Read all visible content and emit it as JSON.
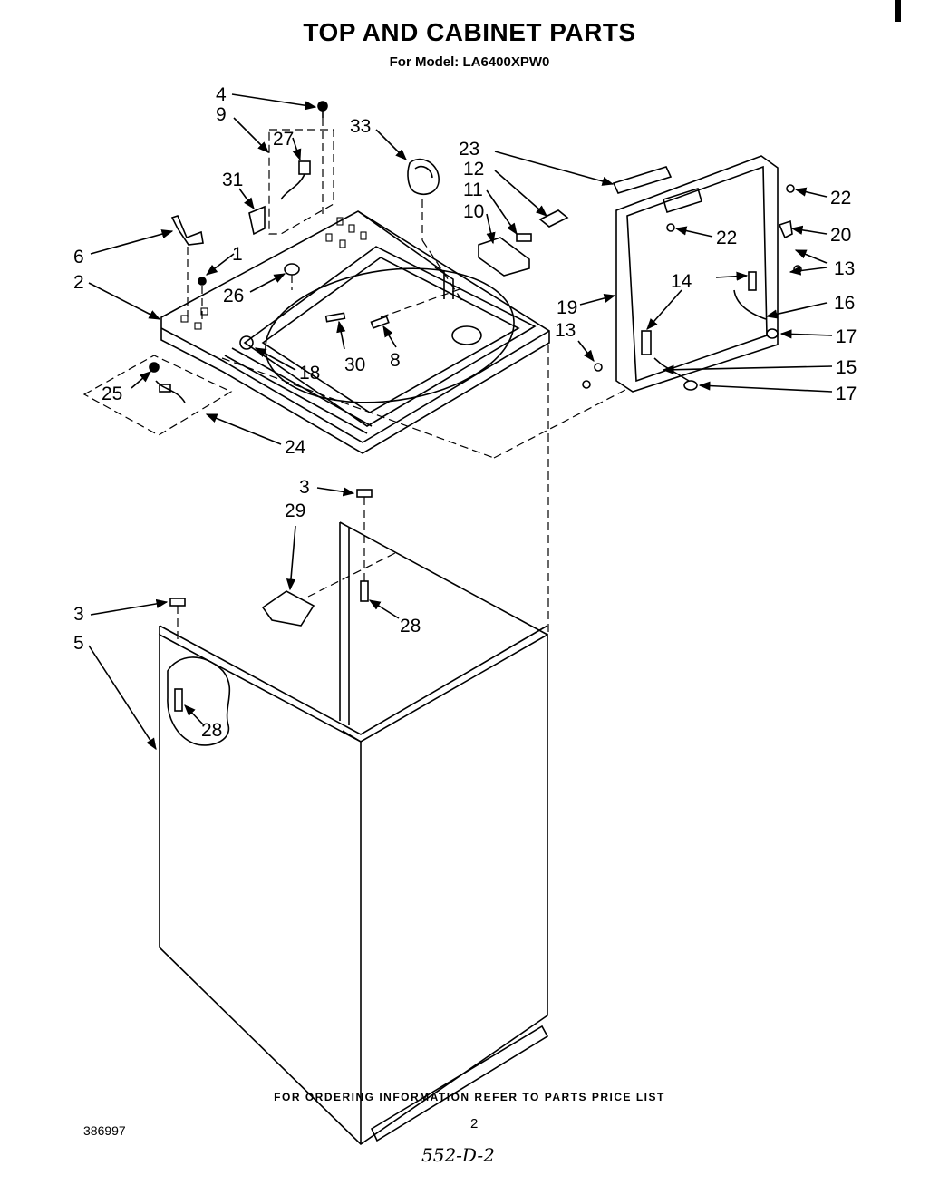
{
  "title": "TOP AND CABINET PARTS",
  "subtitle": "For Model: LA6400XPW0",
  "footer_note": "FOR ORDERING INFORMATION REFER TO PARTS PRICE LIST",
  "doc_number": "386997",
  "page_number": "2",
  "handwritten_note": "552-D-2",
  "callouts": {
    "c4": "4",
    "c9": "9",
    "c27": "27",
    "c33": "33",
    "c31": "31",
    "c6": "6",
    "c1": "1",
    "c2": "2",
    "c26": "26",
    "c30": "30",
    "c8": "8",
    "c18": "18",
    "c25": "25",
    "c24": "24",
    "c23": "23",
    "c12": "12",
    "c11": "11",
    "c10": "10",
    "c22a": "22",
    "c22b": "22",
    "c20": "20",
    "c13a": "13",
    "c16": "16",
    "c17a": "17",
    "c15": "15",
    "c17b": "17",
    "c14": "14",
    "c19": "19",
    "c13b": "13",
    "c3a": "3",
    "c29": "29",
    "c28a": "28",
    "c3b": "3",
    "c5": "5",
    "c28b": "28"
  }
}
